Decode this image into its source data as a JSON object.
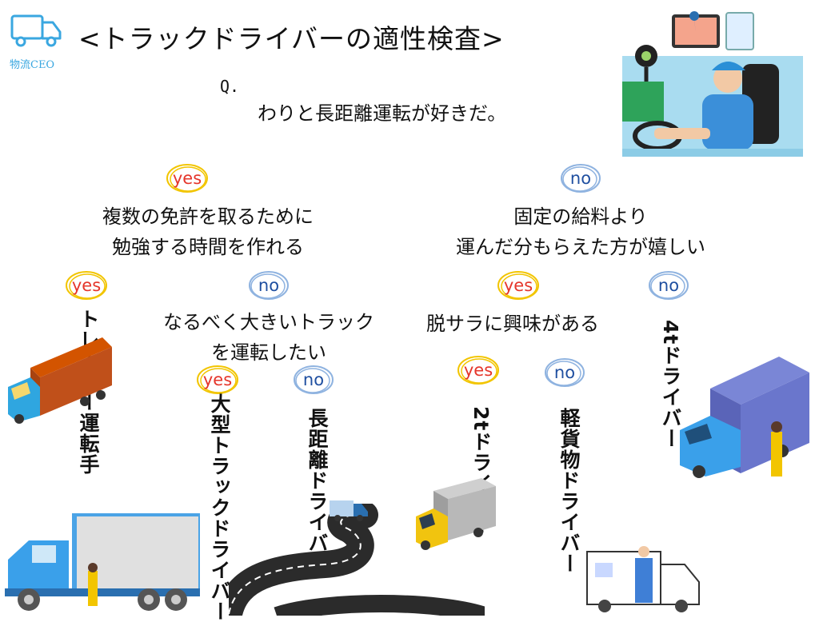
{
  "logo": {
    "text": "物流CEO"
  },
  "title": "<トラックドライバーの適性検査>",
  "question": {
    "label": "Q.",
    "text": "わりと長距離運転が好きだ。"
  },
  "badges": {
    "yes": "yes",
    "no": "no"
  },
  "nodes": {
    "left_q": [
      "複数の免許を取るために",
      "勉強する時間を作れる"
    ],
    "right_q": [
      "固定の給料より",
      "運んだ分もらえた方が嬉しい"
    ],
    "mid_left_q": [
      "なるべく大きいトラック",
      "を運転したい"
    ],
    "mid_right_q": [
      "脱サラに興味がある"
    ]
  },
  "results": {
    "trailer": "トレーラー運転手",
    "large": "大型トラックドライバー",
    "longdist": "長距離ドライバー",
    "two_t": "2tドライバー",
    "light": "軽貨物ドライバー",
    "four_t": "4tドライバー"
  },
  "colors": {
    "yes": "#e5352a",
    "no": "#1f4fa0",
    "yes_ring": "#f2c500",
    "no_ring": "#8fb3e0",
    "logo": "#3aa7e0"
  }
}
